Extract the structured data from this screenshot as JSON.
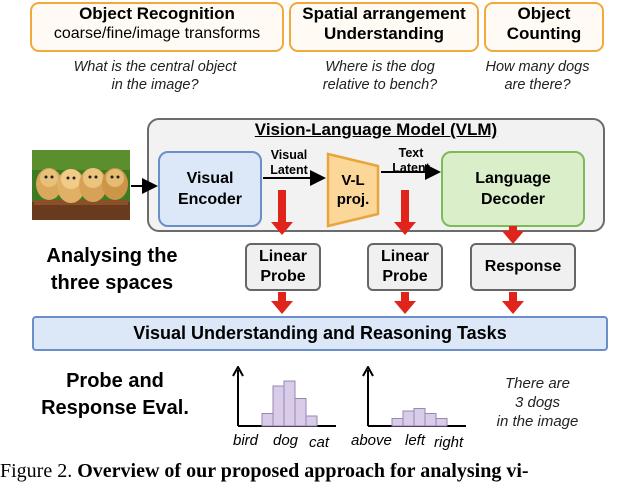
{
  "tasks": [
    {
      "title": "Object Recognition",
      "subtitle": "coarse/fine/image transforms",
      "question": [
        "What is the central object",
        "in the image?"
      ]
    },
    {
      "title": "Spatial arrangement",
      "subtitle": "Understanding",
      "question": [
        "Where is the dog",
        "relative to bench?"
      ]
    },
    {
      "title": "Object",
      "subtitle": "Counting",
      "question": [
        "How many dogs",
        "are there?"
      ]
    }
  ],
  "vlm": {
    "title": "Vision-Language Model (VLM)",
    "visual_encoder": [
      "Visual",
      "Encoder"
    ],
    "visual_latent": [
      "Visual",
      "Latent"
    ],
    "projector": [
      "V-L",
      "proj."
    ],
    "text_latent": [
      "Text",
      "Latent"
    ],
    "language_decoder": [
      "Language",
      "Decoder"
    ]
  },
  "analysis": {
    "label": [
      "Analysing the",
      "three spaces"
    ],
    "probe1": [
      "Linear",
      "Probe"
    ],
    "probe2": [
      "Linear",
      "Probe"
    ],
    "response": "Response"
  },
  "tasks_bar": "Visual Understanding and Reasoning Tasks",
  "eval": {
    "label": [
      "Probe and",
      "Response Eval."
    ],
    "hist1_labels": [
      "bird",
      "dog",
      "cat"
    ],
    "hist1_values": [
      0.25,
      0.8,
      0.9,
      0.55,
      0.2
    ],
    "hist2_labels": [
      "above",
      "left",
      "right"
    ],
    "hist2_values": [
      0.15,
      0.3,
      0.35,
      0.25,
      0.15
    ],
    "response_text": [
      "There are",
      "3 dogs",
      "in the image"
    ]
  },
  "caption": {
    "prefix": "Figure 2.",
    "text": "Overview of our proposed approach for analysing vi-"
  },
  "colors": {
    "task_border": "#f2a93b",
    "encoder": "#6a8ec8",
    "projector": "#e8a53a",
    "decoder": "#7dbb57",
    "arrow_red": "#e1241b",
    "bar": "#d9cce8"
  }
}
